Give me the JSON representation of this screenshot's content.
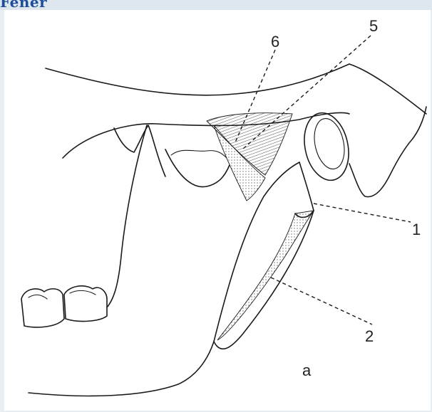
{
  "header": {
    "text": "Fener"
  },
  "figure": {
    "panel_label": "a",
    "callouts": [
      {
        "id": "5",
        "label": "5"
      },
      {
        "id": "6",
        "label": "6"
      },
      {
        "id": "1",
        "label": "1"
      },
      {
        "id": "2",
        "label": "2"
      }
    ]
  },
  "colors": {
    "line": "#1a1a1a",
    "header_text": "#1e4e9a",
    "background": "#ffffff"
  }
}
